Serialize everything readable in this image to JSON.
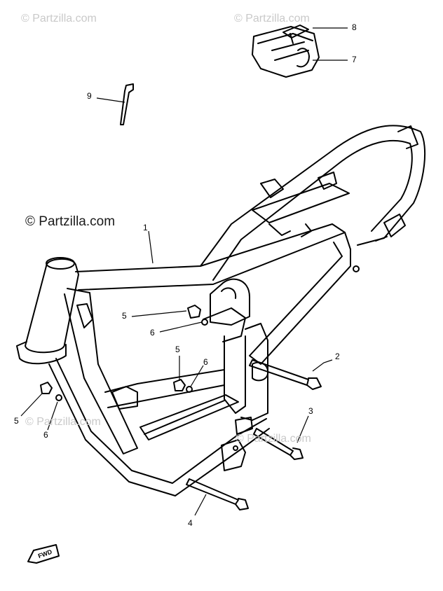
{
  "watermarks": {
    "top_left": "© Partzilla.com",
    "top_right": "© Partzilla.com",
    "main": "© Partzilla.com",
    "bottom_left": "© Partzilla.com",
    "bottom_right": "© Partzilla.com"
  },
  "callouts": {
    "c1": "1",
    "c2": "2",
    "c3": "3",
    "c4": "4",
    "c5a": "5",
    "c5b": "5",
    "c5c": "5",
    "c6a": "6",
    "c6b": "6",
    "c6c": "6",
    "c7": "7",
    "c8": "8",
    "c9": "9"
  },
  "fwd_label": "FWD"
}
